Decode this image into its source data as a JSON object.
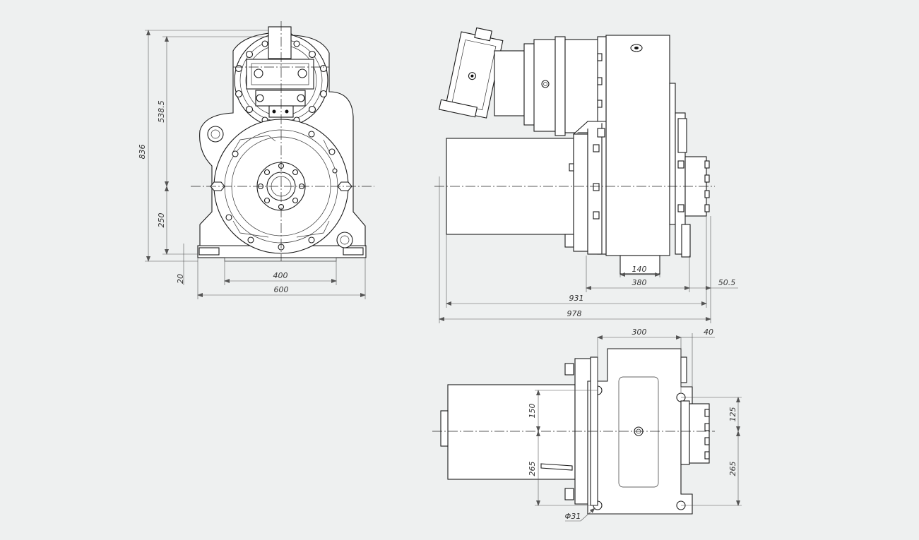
{
  "drawing": {
    "background": "#eef0f0",
    "line_color": "#1a1a1a",
    "front_view": {
      "dimensions": {
        "overall_height": "836",
        "upper_height": "538.5",
        "axis_height": "250",
        "base_offset": "20",
        "foot_span": "400",
        "overall_width": "600"
      }
    },
    "side_view": {
      "dimensions": {
        "flange_width": "140",
        "gearbox_length": "380",
        "output_offset": "50.5",
        "motor_to_end": "931",
        "overall_length": "978"
      }
    },
    "top_view": {
      "dimensions": {
        "hole_spacing_x": "300",
        "edge_offset": "40",
        "upper_offset_left": "150",
        "lower_offset_left": "265",
        "upper_offset_right": "125",
        "lower_offset_right": "265",
        "hole_diameter": "Φ31"
      }
    }
  }
}
